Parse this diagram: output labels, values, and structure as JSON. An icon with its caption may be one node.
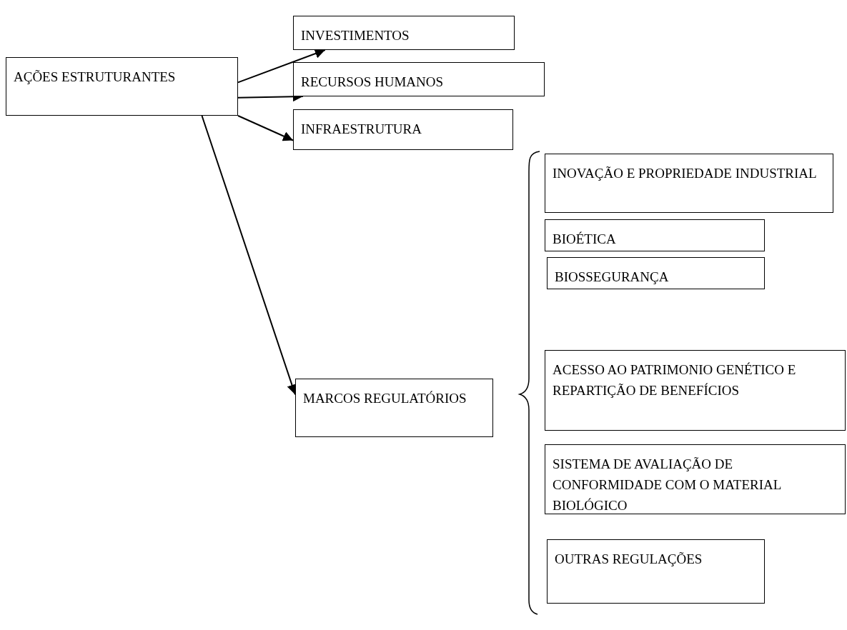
{
  "diagram": {
    "nodes": [
      {
        "text": [
          "AÇÕES ESTRUTURANTES"
        ]
      },
      {
        "text": [
          "INVESTIMENTOS"
        ]
      },
      {
        "text": [
          "RECURSOS HUMANOS"
        ]
      },
      {
        "text": [
          "INFRAESTRUTURA"
        ]
      },
      {
        "text": [
          "MARCOS REGULATÓRIOS"
        ]
      },
      {
        "text": [
          "INOVAÇÃO E PROPRIEDADE INDUSTRIAL"
        ]
      },
      {
        "text": [
          "BIOÉTICA"
        ]
      },
      {
        "text": [
          "BIOSSEGURANÇA"
        ]
      },
      {
        "text": [
          "ACESSO AO PATRIMONIO GENÉTICO E REPARTIÇÃO DE BENEFÍCIOS"
        ]
      },
      {
        "text": [
          "SISTEMA DE AVALIAÇÃO DE CONFORMIDADE COM O MATERIAL BIOLÓGICO"
        ]
      },
      {
        "text": [
          "OUTRAS REGULAÇÕES"
        ]
      }
    ],
    "edges": [
      {
        "from": 0,
        "to": 1,
        "arrow": "to"
      },
      {
        "from": 0,
        "to": 2,
        "arrow": "to"
      },
      {
        "from": 0,
        "to": 3,
        "arrow": "to"
      },
      {
        "from": 0,
        "to": 4,
        "arrow": "to"
      }
    ]
  }
}
